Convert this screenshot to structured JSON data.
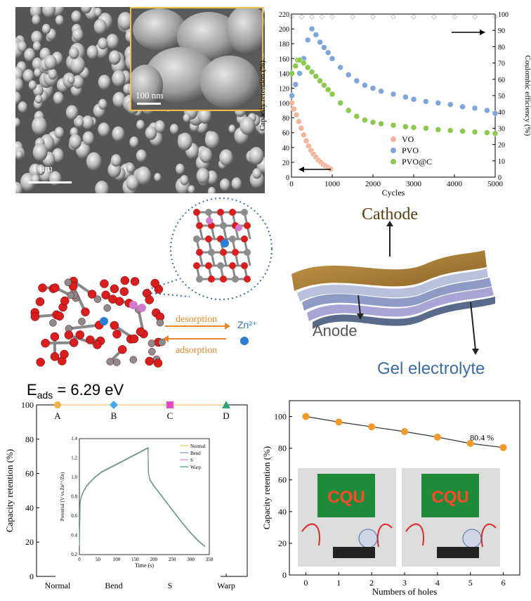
{
  "sem": {
    "main_scale": "1 μm",
    "inset_scale": "100 nm"
  },
  "chart_data": [
    {
      "type": "scatter",
      "xlabel": "Cycles",
      "ylabel": "Capacity retention (%)",
      "y2label": "Coulombic efficiency (%)",
      "xlim": [
        0,
        5000
      ],
      "ylim": [
        0,
        220
      ],
      "y2lim": [
        0,
        100
      ],
      "xticks": [
        0,
        1000,
        2000,
        3000,
        4000,
        5000
      ],
      "yticks": [
        0,
        20,
        40,
        60,
        80,
        100,
        120,
        140,
        160,
        180,
        200,
        220
      ],
      "y2ticks": [
        0,
        10,
        20,
        30,
        40,
        50,
        60,
        70,
        80,
        90,
        100
      ],
      "legend_position": "bottom-right",
      "series": [
        {
          "name": "VO",
          "color": "#f2b49a",
          "x": [
            10,
            60,
            120,
            180,
            240,
            300,
            360,
            420,
            480,
            540,
            600,
            660,
            720,
            780,
            840,
            900,
            960
          ],
          "y": [
            100,
            92,
            84,
            75,
            66,
            57,
            49,
            42,
            36,
            31,
            27,
            23,
            20,
            17,
            15,
            13,
            11
          ]
        },
        {
          "name": "PVO",
          "color": "#7fa6db",
          "x": [
            10,
            100,
            200,
            300,
            400,
            500,
            600,
            700,
            800,
            900,
            1000,
            1200,
            1400,
            1600,
            1800,
            2000,
            2200,
            2500,
            2800,
            3000,
            3300,
            3600,
            3900,
            4200,
            4500,
            4800,
            5000
          ],
          "y": [
            110,
            125,
            140,
            160,
            185,
            200,
            192,
            182,
            175,
            168,
            160,
            148,
            138,
            130,
            124,
            120,
            116,
            112,
            108,
            105,
            102,
            100,
            98,
            95,
            93,
            90,
            86
          ]
        },
        {
          "name": "PVO@C",
          "color": "#8cc84b",
          "x": [
            10,
            100,
            150,
            200,
            300,
            400,
            500,
            600,
            700,
            800,
            900,
            1000,
            1200,
            1400,
            1600,
            1800,
            2000,
            2200,
            2500,
            2800,
            3000,
            3300,
            3600,
            3900,
            4200,
            4500,
            4800,
            5000
          ],
          "y": [
            140,
            150,
            158,
            158,
            154,
            148,
            142,
            136,
            130,
            124,
            118,
            112,
            100,
            90,
            82,
            77,
            74,
            72,
            70,
            68,
            67,
            66,
            64,
            63,
            62,
            61,
            60,
            59
          ]
        },
        {
          "name": "Coulombic efficiency",
          "axis": "right",
          "color": "#cfcfcf",
          "x": [
            0,
            250,
            500,
            750,
            1000,
            1500,
            2000,
            2500,
            3000,
            3500,
            4000,
            4500,
            5000
          ],
          "y": [
            99,
            99,
            99,
            99,
            99,
            99,
            99,
            99,
            99,
            99,
            99,
            99,
            99
          ]
        }
      ]
    },
    {
      "type": "scatter",
      "xlabel": "",
      "ylabel": "Capacity retention (%)",
      "ylim": [
        0,
        100
      ],
      "yticks": [
        0,
        20,
        40,
        60,
        80,
        100
      ],
      "categories": [
        "Normal",
        "Bend",
        "S",
        "Warp"
      ],
      "point_labels": [
        "A",
        "B",
        "C",
        "D"
      ],
      "values": [
        100,
        100,
        100,
        100
      ],
      "markers": [
        "circle",
        "diamond",
        "square",
        "triangle"
      ],
      "colors": [
        "#f2b04a",
        "#4aa8e8",
        "#e44ac4",
        "#2aa87a"
      ],
      "inset": {
        "type": "line",
        "xlabel": "Time (s)",
        "ylabel": "Potential (V vs.Zn²⁺/Zn)",
        "xlim": [
          0,
          350
        ],
        "ylim": [
          0.2,
          1.4
        ],
        "xticks": [
          0,
          50,
          100,
          150,
          200,
          250,
          300,
          350
        ],
        "yticks": [
          0.2,
          0.4,
          0.6,
          0.8,
          1.0,
          1.2,
          1.4
        ],
        "legend": [
          "Normal",
          "Bend",
          "S",
          "Warp"
        ],
        "colors": [
          "#e6c86a",
          "#7a9ab8",
          "#d48ad0",
          "#3a9a7a"
        ],
        "x": [
          0,
          2,
          5,
          10,
          20,
          40,
          60,
          80,
          100,
          120,
          140,
          160,
          175,
          185,
          186,
          190,
          200,
          220,
          240,
          260,
          280,
          300,
          320,
          338
        ],
        "y": [
          0.3,
          0.75,
          0.8,
          0.85,
          0.92,
          1.0,
          1.06,
          1.1,
          1.14,
          1.18,
          1.22,
          1.26,
          1.29,
          1.31,
          1.05,
          0.98,
          0.92,
          0.82,
          0.72,
          0.62,
          0.52,
          0.43,
          0.35,
          0.29
        ]
      }
    },
    {
      "type": "line",
      "xlabel": "Numbers of holes",
      "ylabel": "Capacity retention (%)",
      "xlim": [
        -0.5,
        6.5
      ],
      "ylim": [
        0,
        110
      ],
      "xticks": [
        0,
        1,
        2,
        3,
        4,
        5,
        6
      ],
      "yticks": [
        0,
        20,
        40,
        60,
        80,
        100
      ],
      "x": [
        0,
        1,
        2,
        3,
        4,
        5,
        6
      ],
      "y": [
        100,
        96.5,
        93.5,
        90.5,
        87,
        83,
        80.4
      ],
      "annotation": "80.4 %",
      "led_text": "CQU",
      "color": "#f39a2a"
    }
  ],
  "diagram": {
    "desorption": "desorption",
    "adsorption": "adsorption",
    "ion": "Zn²⁺",
    "energy": "E",
    "energy_sub": "ads",
    "energy_value": " = 6.29 eV",
    "cathode": "Cathode",
    "anode": "Anode",
    "gel": "Gel electrolyte"
  }
}
